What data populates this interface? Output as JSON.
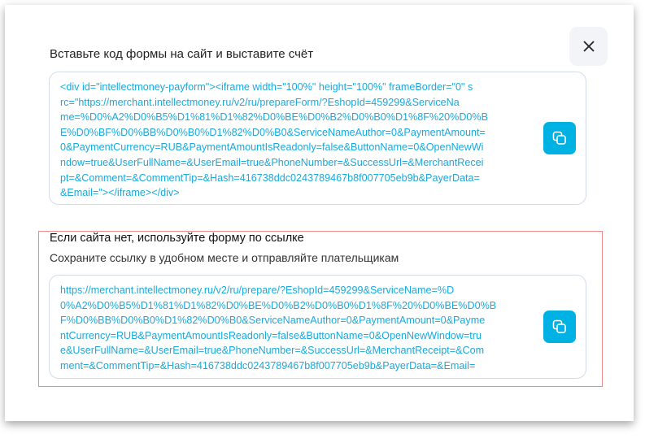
{
  "modal": {
    "title": "Вставьте код формы на сайт и выставите счёт",
    "close_icon": "close-icon",
    "embed_code_lines": [
      "<div id=\"intellectmoney-payform\"><iframe width=\"100%\" height=\"100%\" frameBorder=\"0\" s",
      "rc=\"https://merchant.intellectmoney.ru/v2/ru/prepareForm/?EshopId=459299&ServiceNa",
      "me=%D0%A2%D0%B5%D1%81%D1%82%D0%BE%D0%B2%D0%B0%D1%8F%20%D0%B",
      "E%D0%BF%D0%BB%D0%B0%D1%82%D0%B0&ServiceNameAuthor=0&PaymentAmount=",
      "0&PaymentCurrency=RUB&PaymentAmountIsReadonly=false&ButtonName=0&OpenNewWi",
      "ndow=true&UserFullName=&UserEmail=true&PhoneNumber=&SuccessUrl=&MerchantRecei",
      "pt=&Comment=&CommentTip=&Hash=416738ddc0243789467b8f007705eb9b&PayerData=",
      "&Email=\"></iframe></div>"
    ],
    "link_section": {
      "title": "Если сайта нет, используйте форму по ссылке",
      "subtitle": "Сохраните ссылку в удобном месте и отправляйте плательщикам",
      "link_lines": [
        "https://merchant.intellectmoney.ru/v2/ru/prepare/?EshopId=459299&ServiceName=%D",
        "0%A2%D0%B5%D1%81%D1%82%D0%BE%D0%B2%D0%B0%D1%8F%20%D0%BE%D0%B",
        "F%D0%BB%D0%B0%D1%82%D0%B0&ServiceNameAuthor=0&PaymentAmount=0&Payme",
        "ntCurrency=RUB&PaymentAmountIsReadonly=false&ButtonName=0&OpenNewWindow=tru",
        "e&UserFullName=&UserEmail=true&PhoneNumber=&SuccessUrl=&MerchantReceipt=&Com",
        "ment=&CommentTip=&Hash=416738ddc0243789467b8f007705eb9b&PayerData=&Email="
      ]
    },
    "colors": {
      "accent": "#00b2e3",
      "code_text": "#1aa9dc",
      "highlight": "#ef8a8a"
    }
  }
}
